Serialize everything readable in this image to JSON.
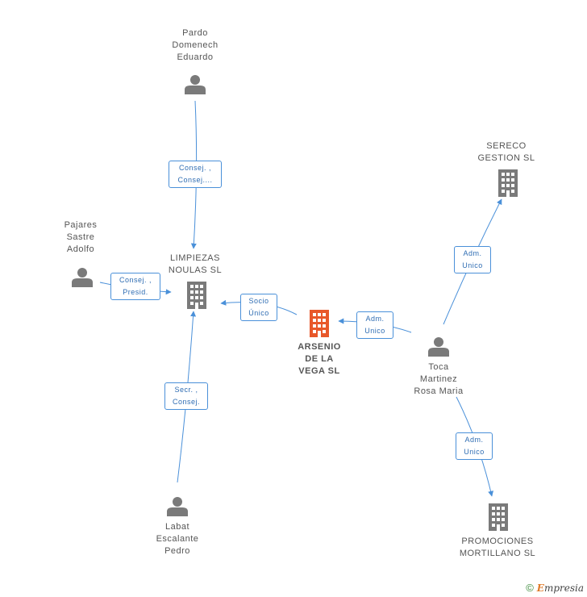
{
  "colors": {
    "edge": "#4a90d9",
    "company": "#7a7a7a",
    "company_main": "#e8582a",
    "person": "#7a7a7a"
  },
  "nodes": {
    "pardo": {
      "lines": [
        "Pardo",
        "Domenech",
        "Eduardo"
      ],
      "icon": "person-icon"
    },
    "pajares": {
      "lines": [
        "Pajares",
        "Sastre",
        "Adolfo"
      ],
      "icon": "person-icon"
    },
    "limpiezas": {
      "lines": [
        "LIMPIEZAS",
        "NOULAS SL"
      ],
      "icon": "building-icon"
    },
    "arsenio": {
      "lines": [
        "ARSENIO",
        "DE LA",
        "VEGA SL"
      ],
      "icon": "building-icon"
    },
    "labat": {
      "lines": [
        "Labat",
        "Escalante",
        "Pedro"
      ],
      "icon": "person-icon"
    },
    "toca": {
      "lines": [
        "Toca",
        "Martinez",
        "Rosa Maria"
      ],
      "icon": "person-icon"
    },
    "sereco": {
      "lines": [
        "SERECO",
        "GESTION SL"
      ],
      "icon": "building-icon"
    },
    "promociones": {
      "lines": [
        "PROMOCIONES",
        "MORTILLANO SL"
      ],
      "icon": "building-icon"
    }
  },
  "edges": {
    "pardo_limpiezas": [
      "Consej. ,",
      "Consej...."
    ],
    "pajares_limpiezas": [
      "Consej. ,",
      "Presid."
    ],
    "labat_limpiezas": [
      "Secr. ,",
      "Consej."
    ],
    "arsenio_limpiezas": [
      "Socio",
      "Único"
    ],
    "toca_arsenio": [
      "Adm.",
      "Unico"
    ],
    "toca_sereco": [
      "Adm.",
      "Unico"
    ],
    "toca_promociones": [
      "Adm.",
      "Unico"
    ]
  },
  "footer": {
    "copyright": "©",
    "brand_initial": "E",
    "brand_rest": "mpresia"
  }
}
